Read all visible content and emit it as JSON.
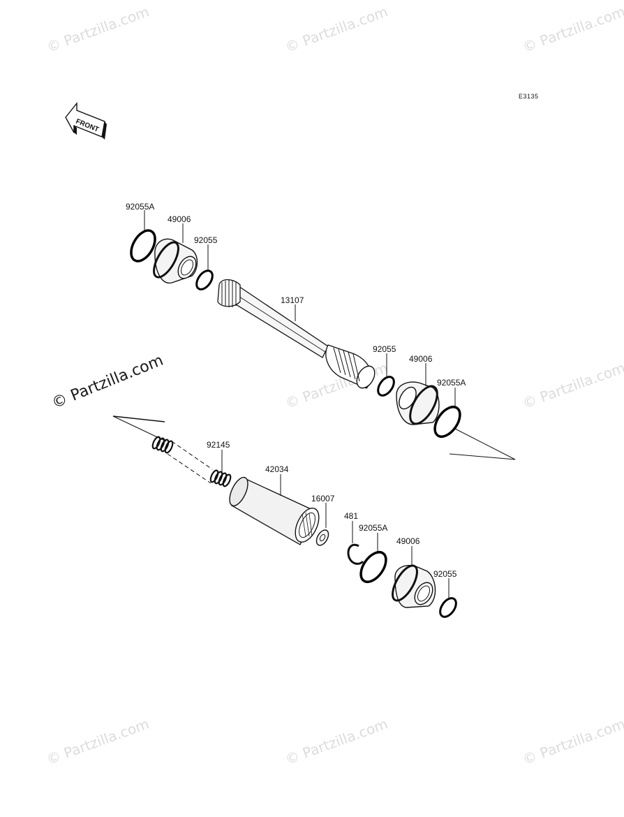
{
  "diagram": {
    "code": "E3135",
    "front_label": "FRONT",
    "watermark_text": "© Partzilla.com",
    "parts": {
      "p92055A_top": "92055A",
      "p49006_top": "49006",
      "p92055_top": "92055",
      "p13107": "13107",
      "p92055_mid": "92055",
      "p49006_mid": "49006",
      "p92055A_mid": "92055A",
      "p92145": "92145",
      "p42034": "42034",
      "p16007": "16007",
      "p481": "481",
      "p92055A_bot": "92055A",
      "p49006_bot": "49006",
      "p92055_bot": "92055"
    }
  }
}
